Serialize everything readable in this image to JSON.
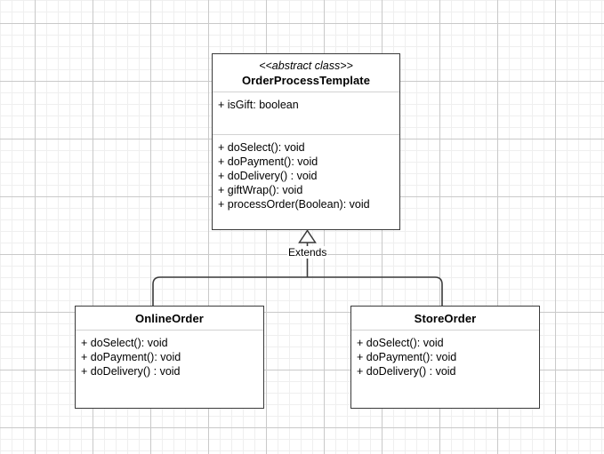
{
  "diagram": {
    "type": "uml-class-diagram",
    "background": "#ffffff",
    "grid_minor_color": "#efefef",
    "grid_major_color": "#c9c9c9",
    "line_color": "#3a3a3a"
  },
  "classes": [
    {
      "id": "orderprocesstemplate",
      "stereotype": "<<abstract class>>",
      "name": "OrderProcessTemplate",
      "attributes": [
        "+ isGift: boolean"
      ],
      "operations": [
        "+ doSelect(): void",
        "+ doPayment(): void",
        "+ doDelivery() : void",
        "+ giftWrap(): void",
        "+ processOrder(Boolean): void"
      ]
    },
    {
      "id": "onlineorder",
      "name": "OnlineOrder",
      "operations": [
        "+ doSelect(): void",
        "+ doPayment(): void",
        "+ doDelivery() : void"
      ]
    },
    {
      "id": "storeorder",
      "name": "StoreOrder",
      "operations": [
        "+ doSelect(): void",
        "+ doPayment(): void",
        "+ doDelivery() : void"
      ]
    }
  ],
  "relationships": [
    {
      "id": "extends",
      "label": "Extends",
      "kind": "generalization",
      "arrowhead": "hollow-triangle",
      "from": [
        "onlineorder",
        "storeorder"
      ],
      "to": "orderprocesstemplate"
    }
  ]
}
